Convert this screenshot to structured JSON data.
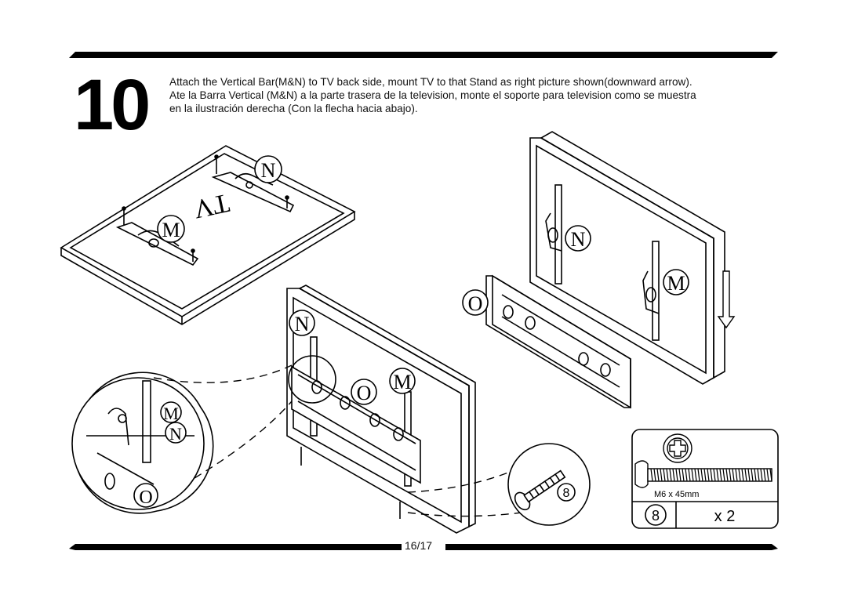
{
  "step": {
    "number": "10"
  },
  "instructions": {
    "en": "Attach the Vertical Bar(M&N) to TV back side, mount TV to that Stand as right picture shown(downward arrow).",
    "es_line1": "Ate la Barra Vertical (M&N) a la parte trasera de la television, monte el soporte para television como se muestra",
    "es_line2": "en la ilustración derecha (Con la flecha hacia abajo)."
  },
  "labels": {
    "tv": "TV",
    "m": "M",
    "n": "N",
    "o": "O",
    "screw_ref": "8"
  },
  "hardware": {
    "callout": "8",
    "spec": "M6 x 45mm",
    "ref": "8",
    "quantity": "x 2"
  },
  "footer": {
    "page": "16/17"
  },
  "colors": {
    "ink": "#000000",
    "background": "#ffffff"
  },
  "icons": [
    "downward-arrow-icon",
    "phillips-screw-head-icon",
    "screw-icon"
  ]
}
